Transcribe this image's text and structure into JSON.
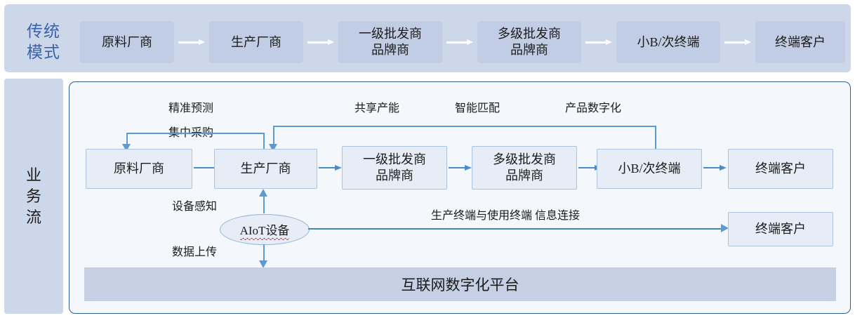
{
  "diagram": {
    "traditional": {
      "label_line1": "传统",
      "label_line2": "模式",
      "label_color": "#3b61a8",
      "band_color": "#ccd7ea",
      "box_color": "#c1cde4",
      "arrow_color": "#ffffff",
      "nodes": [
        {
          "label": "原料厂商"
        },
        {
          "label": "生产厂商"
        },
        {
          "label_line1": "一级批发商",
          "label_line2": "品牌商"
        },
        {
          "label_line1": "多级批发商",
          "label_line2": "品牌商"
        },
        {
          "label": "小B/次终端"
        },
        {
          "label": "终端客户"
        }
      ]
    },
    "business_flow": {
      "label_chars": [
        "业",
        "务",
        "流"
      ],
      "band_color": "#ccd7ea",
      "panel_border_color": "#2e5f93",
      "panel_bg": "#f4f7fb",
      "node_bg": "#e7edf7",
      "node_border": "#a9c3e0",
      "arrow_color": "#5b9bd5",
      "nodes": [
        {
          "label": "原料厂商"
        },
        {
          "label": "生产厂商"
        },
        {
          "label_line1": "一级批发商",
          "label_line2": "品牌商"
        },
        {
          "label_line1": "多级批发商",
          "label_line2": "品牌商"
        },
        {
          "label": "小B/次终端"
        },
        {
          "label": "终端客户"
        }
      ],
      "captions": [
        {
          "text": "精准预测"
        },
        {
          "text": "集中采购"
        },
        {
          "text": "共享产能"
        },
        {
          "text": "智能匹配"
        },
        {
          "text": "产品数字化"
        },
        {
          "text": "设备感知"
        },
        {
          "text": "数据上传"
        },
        {
          "text": "生产终端与使用终端  信息连接"
        }
      ],
      "aiot": {
        "label": "AIoT设备"
      },
      "end_customer_lower": {
        "label": "终端客户"
      },
      "platform": {
        "label": "互联网数字化平台",
        "bg": "#c5d0e5"
      }
    }
  }
}
